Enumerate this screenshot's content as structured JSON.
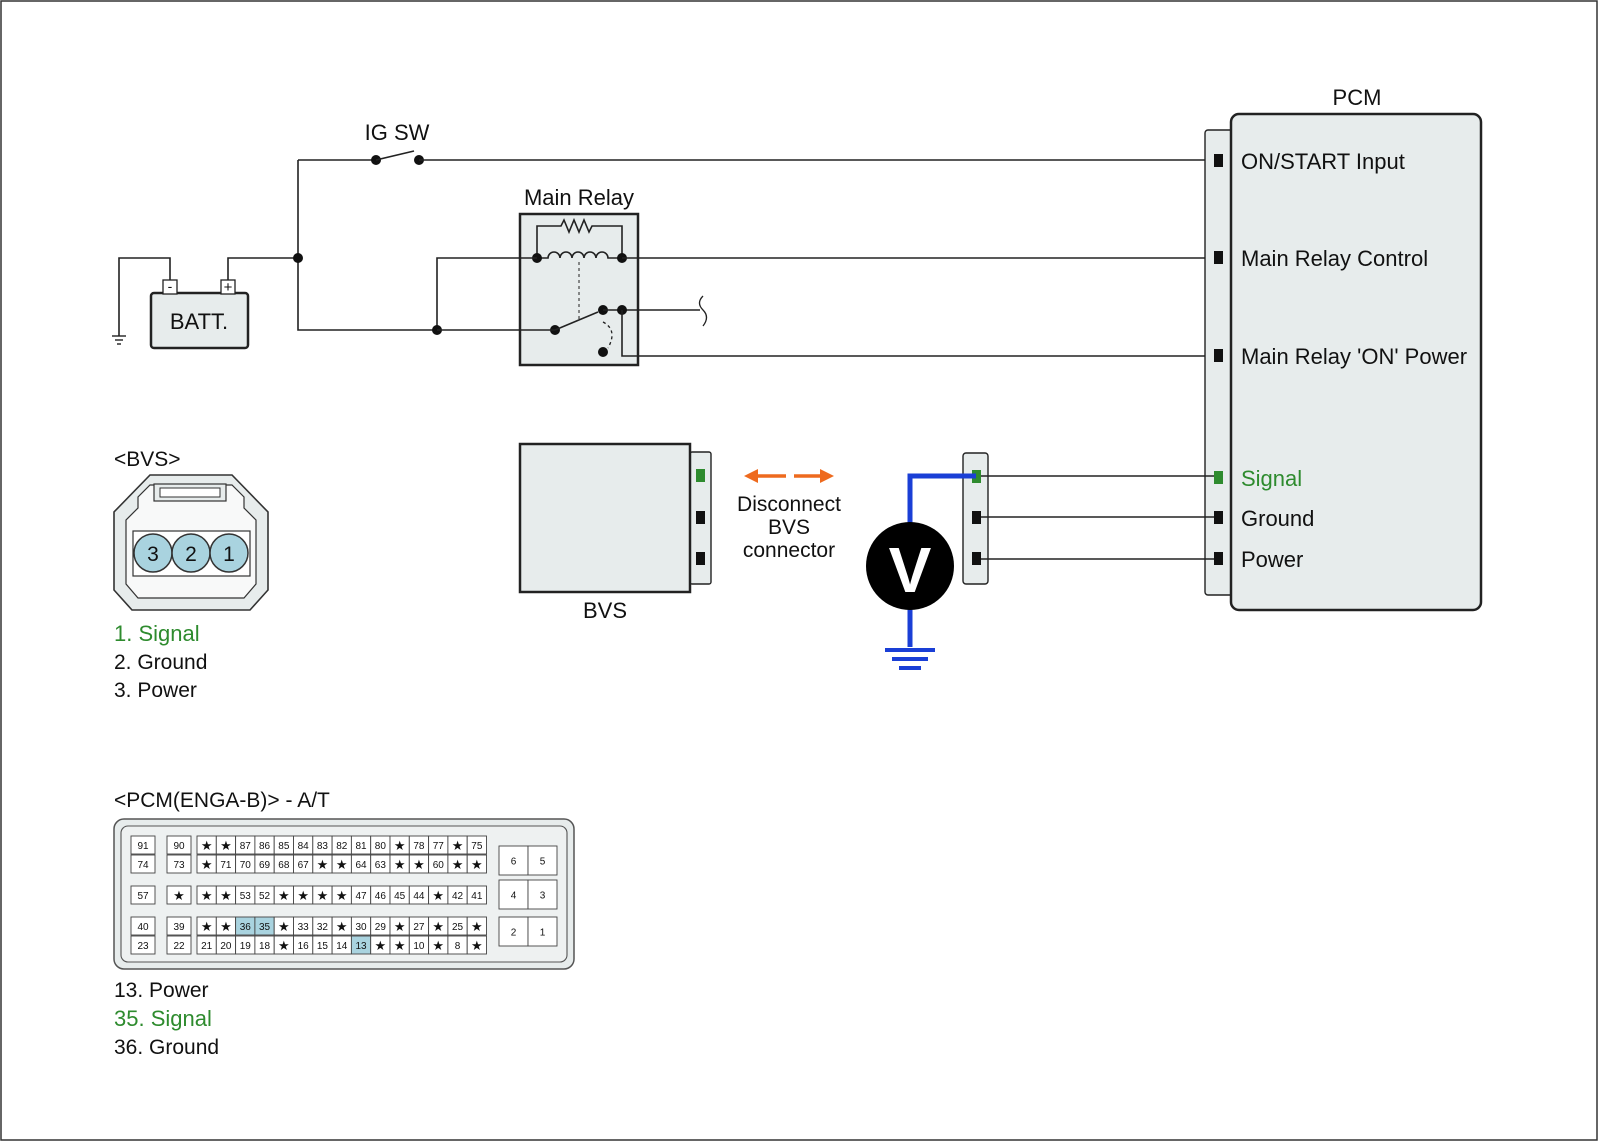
{
  "labels": {
    "ig_sw": "IG SW",
    "main_relay": "Main Relay",
    "batt": "BATT.",
    "batt_minus": "-",
    "batt_plus": "+",
    "pcm": "PCM",
    "bvs_component": "BVS",
    "disconnect_line1": "Disconnect",
    "disconnect_line2": "BVS",
    "disconnect_line3": "connector",
    "voltmeter": "V"
  },
  "pcm_pins": [
    "ON/START Input",
    "Main Relay Control",
    "Main Relay 'ON' Power",
    "Signal",
    "Ground",
    "Power"
  ],
  "bvs_connector": {
    "title": "<BVS>",
    "pin_numbers": [
      "3",
      "2",
      "1"
    ],
    "legend": [
      "1. Signal",
      "2. Ground",
      "3. Power"
    ]
  },
  "pcm_connector": {
    "title": "<PCM(ENGA-B)> - A/T",
    "legend": [
      "13. Power",
      "35. Signal",
      "36. Ground"
    ],
    "left_pairs": [
      [
        "91",
        "90"
      ],
      [
        "74",
        "73"
      ],
      [
        "57",
        "★"
      ],
      [
        "40",
        "39"
      ],
      [
        "23",
        "22"
      ]
    ],
    "main_rows": [
      [
        "★",
        "★",
        "87",
        "86",
        "85",
        "84",
        "83",
        "82",
        "81",
        "80",
        "★",
        "78",
        "77",
        "★",
        "75"
      ],
      [
        "★",
        "71",
        "70",
        "69",
        "68",
        "67",
        "★",
        "★",
        "64",
        "63",
        "★",
        "★",
        "60",
        "★",
        "★"
      ],
      [
        "★",
        "★",
        "53",
        "52",
        "★",
        "★",
        "★",
        "★",
        "47",
        "46",
        "45",
        "44",
        "★",
        "42",
        "41"
      ],
      [
        "★",
        "★",
        "36",
        "35",
        "★",
        "33",
        "32",
        "★",
        "30",
        "29",
        "★",
        "27",
        "★",
        "25",
        "★"
      ],
      [
        "21",
        "20",
        "19",
        "18",
        "★",
        "16",
        "15",
        "14",
        "13",
        "★",
        "★",
        "10",
        "★",
        "8",
        "★"
      ]
    ],
    "right_pairs": [
      [
        "6",
        "5"
      ],
      [
        "4",
        "3"
      ],
      [
        "2",
        "1"
      ]
    ],
    "highlighted_pins": [
      "36",
      "35",
      "13"
    ]
  },
  "colors": {
    "signal_text": "#2e8b2e",
    "meter_wire": "#1a3fd6",
    "disconnect_arrows": "#ee6a1e",
    "pin_highlight": "#a9d3df",
    "component_fill": "#e7ecec"
  }
}
